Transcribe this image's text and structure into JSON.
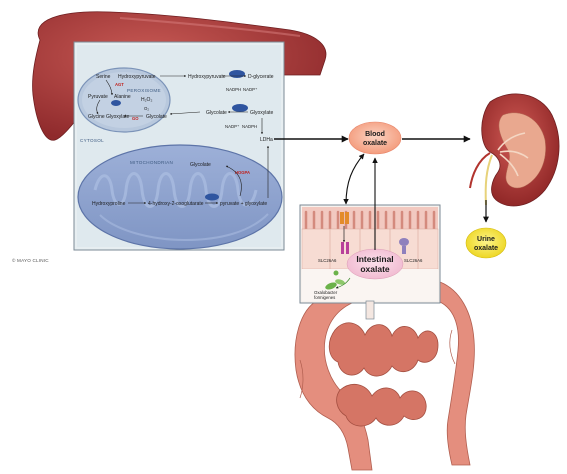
{
  "peroxisome": {
    "title": "PEROXISOME",
    "serine": "Serine",
    "hydroxypyruvate": "Hydroxypyruvate",
    "agt": "AGT",
    "pyruvate": "Pyruvate",
    "alanine": "Alanine",
    "h2o2": "H₂O₂",
    "o2": "O₂",
    "glycine": "Glycine",
    "glyoxylate": "Glyoxylate",
    "go": "GO",
    "glycolate": "Glycolate"
  },
  "cytosol": {
    "title": "CYTOSOL",
    "hydroxypyruvate": "Hydroxypyruvate",
    "d_glycerate": "D-glycerate",
    "nadph_top": "NADPH",
    "nadp_top": "NADP⁺",
    "glycolate": "Glycolate",
    "glyoxylate": "Glyoxylate",
    "nadp_mid": "NADP⁺",
    "nadph_mid": "NADPH",
    "ldha": "LDHa"
  },
  "mitochondrion": {
    "title": "MITOCHONDRIAN",
    "glycolate": "Glycolate",
    "hogpa": "HOGPA",
    "hydroxyproline": "Hydroxyproline",
    "hog": "4-hydroxy-2-oxoglutarate",
    "pyruvate_glyoxylate": "pyruvate + glyoxylate"
  },
  "copyright": "© MAYO CLINIC",
  "blood_oxalate": [
    "Blood",
    "oxalate"
  ],
  "urine_oxalate": [
    "Urine",
    "oxalate"
  ],
  "intestinal": {
    "label": [
      "Intestinal",
      "oxalate"
    ],
    "transporter_left": "SLC26A6",
    "transporter_right": "SLC26A6",
    "bacteria": [
      "Oxalobacter",
      "formigenes"
    ]
  },
  "colors": {
    "liver": "#a83a3a",
    "cell_box": "#e8eef0",
    "peroxisome": "#b9c8dc",
    "mitochondrion": "#8ea4cf",
    "blood_oxalate": "#f6b59a",
    "urine_oxalate": "#f7e23b",
    "intestine": "#e48e7e",
    "enzyme": "#c0201c"
  }
}
